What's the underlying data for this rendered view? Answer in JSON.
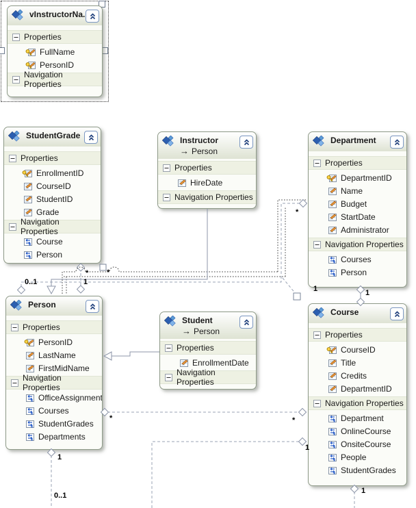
{
  "section_labels": {
    "properties": "Properties",
    "navigation": "Navigation Properties"
  },
  "icons": {
    "inherits_arrow": "→"
  },
  "entities": {
    "vInstructorName": {
      "title": "vInstructorNa...",
      "properties": [
        {
          "name": "FullName",
          "key": true
        },
        {
          "name": "PersonID",
          "key": true
        }
      ],
      "navigation": []
    },
    "studentGrade": {
      "title": "StudentGrade",
      "properties": [
        {
          "name": "EnrollmentID",
          "key": true
        },
        {
          "name": "CourseID",
          "key": false
        },
        {
          "name": "StudentID",
          "key": false
        },
        {
          "name": "Grade",
          "key": false
        }
      ],
      "navigation": [
        {
          "name": "Course"
        },
        {
          "name": "Person"
        }
      ]
    },
    "instructor": {
      "title": "Instructor",
      "inherits": "Person",
      "properties": [
        {
          "name": "HireDate",
          "key": false
        }
      ],
      "navigation": []
    },
    "department": {
      "title": "Department",
      "properties": [
        {
          "name": "DepartmentID",
          "key": true
        },
        {
          "name": "Name",
          "key": false
        },
        {
          "name": "Budget",
          "key": false
        },
        {
          "name": "StartDate",
          "key": false
        },
        {
          "name": "Administrator",
          "key": false
        }
      ],
      "navigation": [
        {
          "name": "Courses"
        },
        {
          "name": "Person"
        }
      ]
    },
    "person": {
      "title": "Person",
      "properties": [
        {
          "name": "PersonID",
          "key": true
        },
        {
          "name": "LastName",
          "key": false
        },
        {
          "name": "FirstMidName",
          "key": false
        }
      ],
      "navigation": [
        {
          "name": "OfficeAssignment"
        },
        {
          "name": "Courses"
        },
        {
          "name": "StudentGrades"
        },
        {
          "name": "Departments"
        }
      ]
    },
    "student": {
      "title": "Student",
      "inherits": "Person",
      "properties": [
        {
          "name": "EnrollmentDate",
          "key": false
        }
      ],
      "navigation": []
    },
    "course": {
      "title": "Course",
      "properties": [
        {
          "name": "CourseID",
          "key": true
        },
        {
          "name": "Title",
          "key": false
        },
        {
          "name": "Credits",
          "key": false
        },
        {
          "name": "DepartmentID",
          "key": false
        }
      ],
      "navigation": [
        {
          "name": "Department"
        },
        {
          "name": "OnlineCourse"
        },
        {
          "name": "OnsiteCourse"
        },
        {
          "name": "People"
        },
        {
          "name": "StudentGrades"
        }
      ]
    }
  },
  "multiplicity_labels": [
    "*",
    "1",
    "*",
    "0..1",
    "*",
    "1",
    "1",
    "*",
    "*",
    "1",
    "1",
    "0..1",
    "1"
  ]
}
